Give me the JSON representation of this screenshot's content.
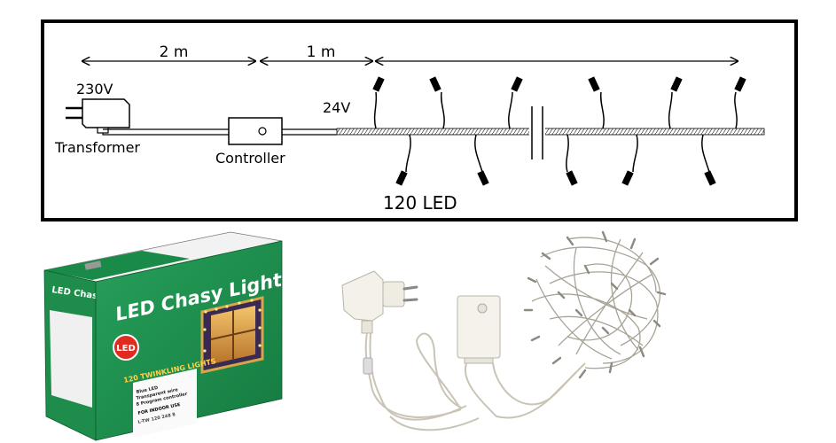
{
  "diagram": {
    "dim_left": "2 m",
    "dim_mid": "1 m",
    "voltage_in": "230V",
    "voltage_out": "24V",
    "transformer_label": "Transformer",
    "controller_label": "Controller",
    "led_count_label": "120 LED"
  },
  "product_box": {
    "brand_title": "LED Chasy Light",
    "side_title": "LED Chasy Light",
    "subtitle": "120 TWINKLING LIGHTS",
    "badge": "LED",
    "feature_line": "Blue LED",
    "feature_line2": "Transparent wire",
    "feature_line3": "8 Program controller",
    "usage": "FOR INDOOR USE",
    "sku": "L-TW 120 248 8"
  },
  "colors": {
    "frame": "#000000",
    "box_green": "#1d8a4a",
    "box_dark_green": "#136b37",
    "wire": "#c9c4b6"
  }
}
